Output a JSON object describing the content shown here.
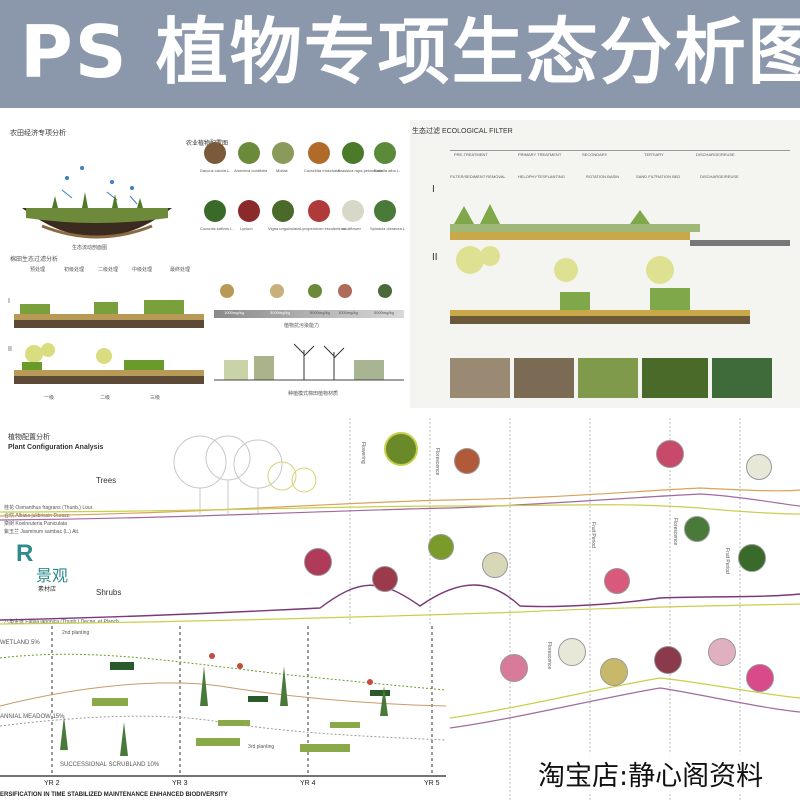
{
  "banner": {
    "title": "PS 植物专项生态分析图"
  },
  "panel_a": {
    "title": "农田经济专项分析",
    "subtitle_right": "农业植物配置图",
    "diagram_caption": "生态流动剖面图",
    "veg_labels": [
      "Daucus carota L.",
      "Amedera cordifolia",
      "Mollae",
      "Cucurbita moschata",
      "Brassica rapa pekinensis",
      "Basella alba L."
    ],
    "veg_labels_row2": [
      "Cucumis sativus L.",
      "Lycium",
      "Vigna unguiculata",
      "Lycopersicon esculentum",
      "cauliflower",
      "Spinacia oleracea L."
    ],
    "section2_title": "棉田生态过滤分析",
    "stage_labels": [
      "预处理",
      "初级处理",
      "二级处理",
      "中级处理",
      "最终处理"
    ],
    "roman_1": "I",
    "roman_2": "II",
    "bottom_labels": [
      "一级",
      "二级",
      "三级"
    ],
    "mid_title": "植物抗污染能力",
    "mid_caption": "种植模式棉田植物材质",
    "mid_values": [
      "1000mg/kg",
      "3000mg/kg",
      "5000mg/kg",
      "1000mg/kg",
      "5000mg/kg"
    ]
  },
  "panel_b": {
    "title": "生态过滤 ECOLOGICAL FILTER",
    "stages": [
      "PRE-TREATMENT",
      "PRIMARY TREATMENT",
      "SECONDARY",
      "TERTIARY",
      "DISCHARGE/REUSE"
    ],
    "stages_row2": [
      "FILTER/SEDIMENT REMOVAL",
      "HELOPHYTESPLANTING",
      "ROTATION BASIN",
      "SAND FILTRATION BED",
      "DISCHARGE/REUSE"
    ],
    "roman_1": "I",
    "roman_2": "II"
  },
  "panel_c": {
    "title_cn": "植物配置分析",
    "title_en": "Plant Configuration Analysis",
    "trees_label": "Trees",
    "shrubs_label": "Shrubs",
    "species": [
      "桂花 Osmanthus fragrans (Thunb.) Lour.",
      "合欢 Albizia julibrissin Durazz.",
      "栾树 Koelreuteria Paniculata",
      "紫玉兰 Jasminum sambac (L.) Ait."
    ],
    "fatsia_label": "八角金盘 Fatsia japonica (Thunb.) Decne. et Planch.",
    "vertical_labels": [
      "Flowering",
      "Florescence",
      "Fruit Period",
      "Florescence",
      "Fruit Period",
      "Florescence"
    ],
    "logo_letter": "R",
    "logo_cn": "景观",
    "logo_sub": "素材店"
  },
  "panel_d": {
    "labels": [
      "WETLAND 5%",
      "ANNIAL MEADOW 15%",
      "SUCCESSIONAL SCRUBLAND 10%",
      "2nd planting",
      "3rd planting"
    ],
    "years": [
      "YR 2",
      "YR 3",
      "YR 4",
      "YR 5"
    ],
    "bottom_text": "ERSIFICATION IN TIME STABILIZED MAINTENANCE ENHANCED BIODIVERSITY"
  },
  "watermark": {
    "text": "淘宝店:静心阁资料"
  },
  "colors": {
    "banner": "#8b97ab",
    "accent_green": "#6a9a2a",
    "accent_purple": "#7a3a78",
    "yellow_green": "#c8cf4a"
  }
}
